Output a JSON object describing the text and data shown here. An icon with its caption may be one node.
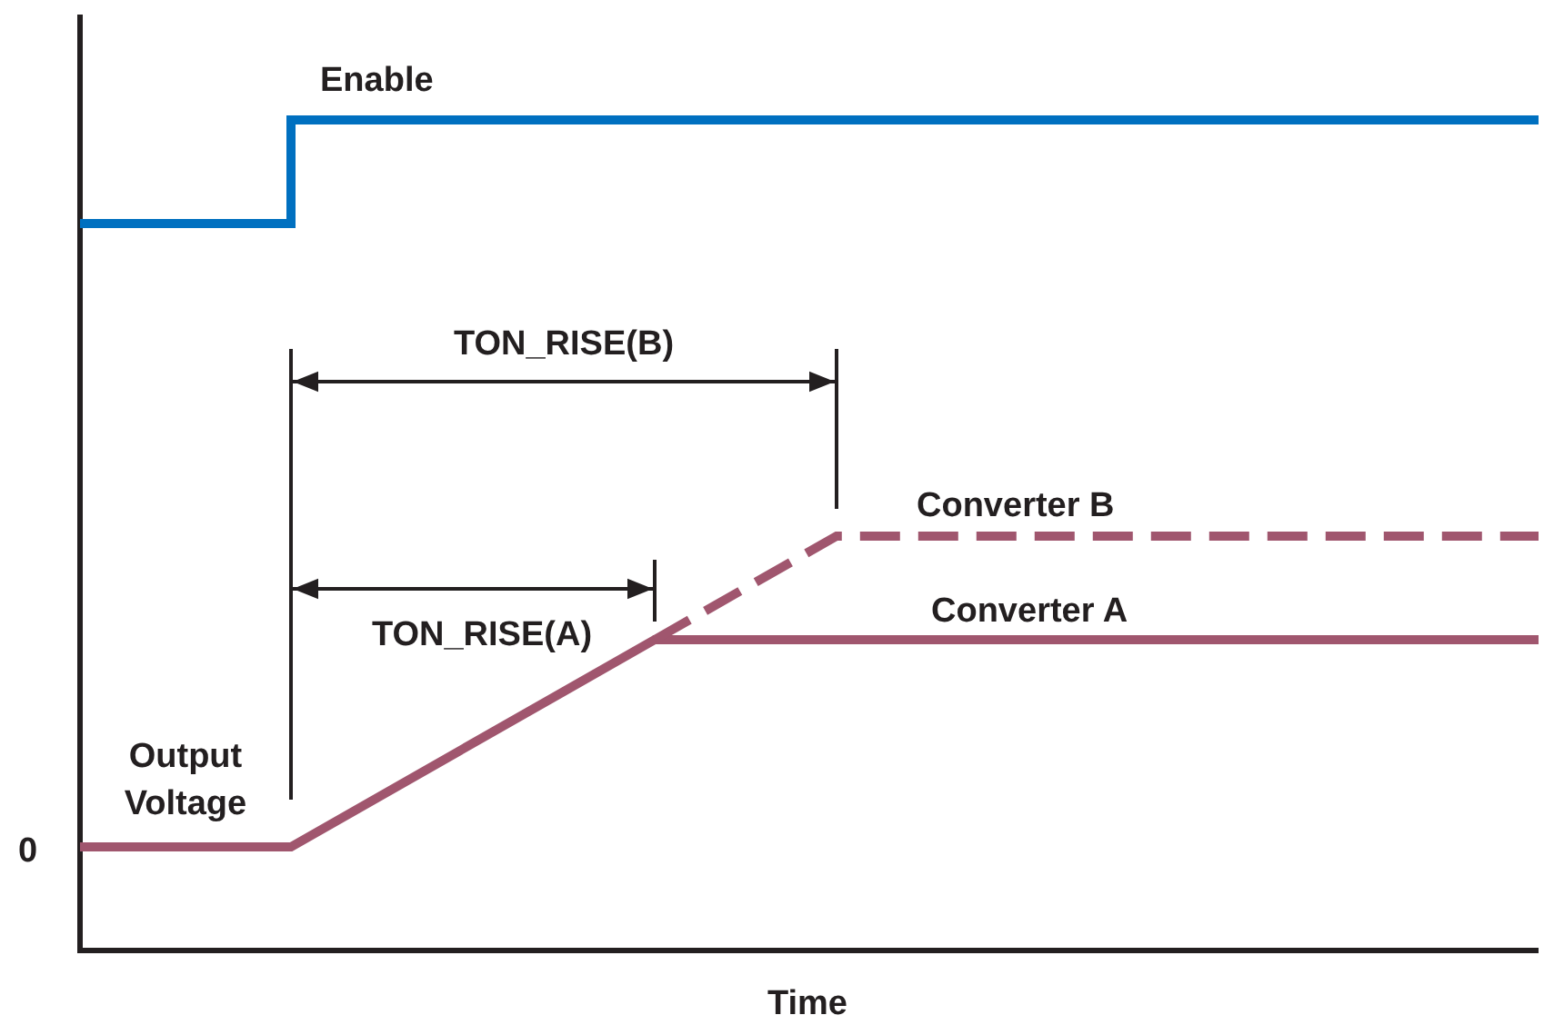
{
  "diagram": {
    "labels": [
      "Enable",
      "TON_RISE(B)",
      "Converter B",
      "TON_RISE(A)",
      "Converter A",
      "Output Voltage",
      "0",
      "Time"
    ]
  }
}
